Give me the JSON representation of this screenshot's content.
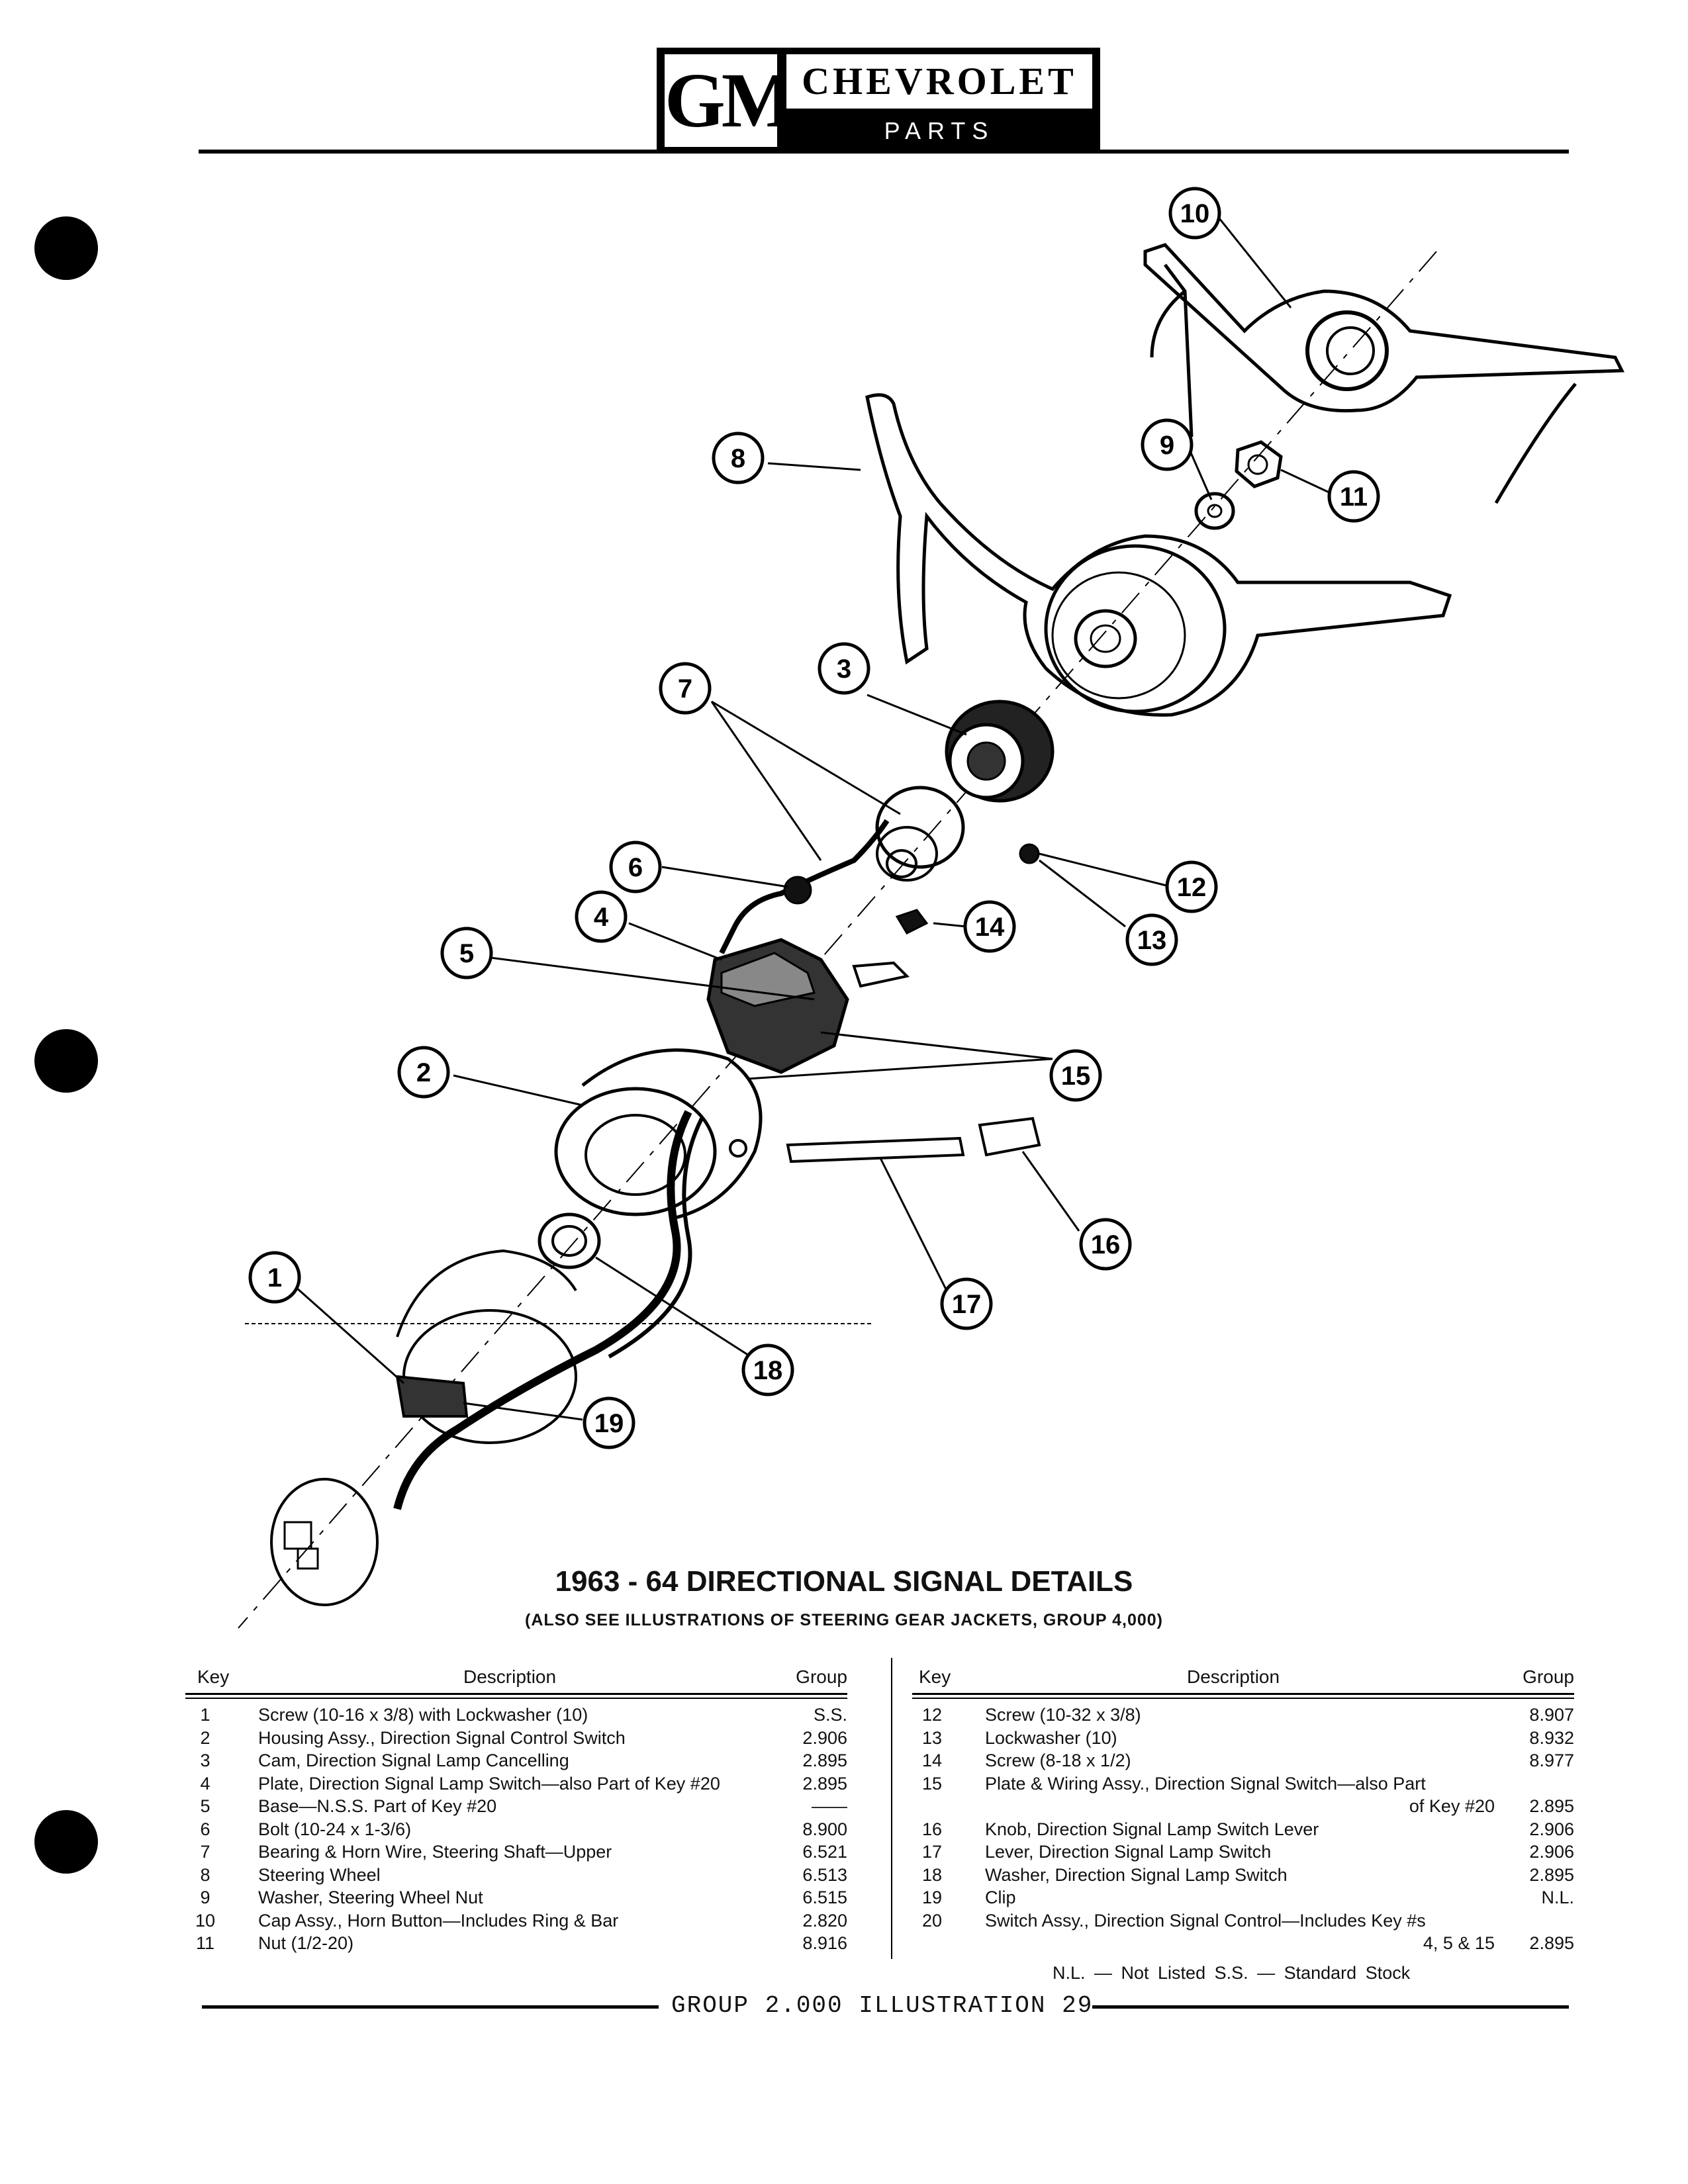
{
  "header": {
    "logo_text": "GM",
    "brand": "CHEVROLET",
    "subtitle": "PARTS CATALOGUE"
  },
  "diagram": {
    "callouts": [
      "1",
      "2",
      "3",
      "4",
      "5",
      "6",
      "7",
      "8",
      "9",
      "10",
      "11",
      "12",
      "13",
      "14",
      "15",
      "16",
      "17",
      "18",
      "19"
    ]
  },
  "title": "1963 - 64 DIRECTIONAL SIGNAL DETAILS",
  "subtitle": "(ALSO SEE ILLUSTRATIONS OF STEERING GEAR JACKETS, GROUP 4,000)",
  "table_headers": {
    "key": "Key",
    "description": "Description",
    "group": "Group"
  },
  "parts_left": [
    {
      "key": "1",
      "desc": "Screw (10-16 x 3/8) with Lockwasher (10)",
      "group": "S.S."
    },
    {
      "key": "2",
      "desc": "Housing Assy., Direction Signal Control Switch",
      "group": "2.906"
    },
    {
      "key": "3",
      "desc": "Cam, Direction Signal Lamp Cancelling",
      "group": "2.895"
    },
    {
      "key": "4",
      "desc": "Plate, Direction Signal Lamp Switch—also Part of Key #20",
      "group": "2.895"
    },
    {
      "key": "5",
      "desc": "Base—N.S.S. Part of Key #20",
      "group": "——"
    },
    {
      "key": "6",
      "desc": "Bolt (10-24 x 1-3/6)",
      "group": "8.900"
    },
    {
      "key": "7",
      "desc": "Bearing & Horn Wire, Steering Shaft—Upper",
      "group": "6.521"
    },
    {
      "key": "8",
      "desc": "Steering Wheel",
      "group": "6.513"
    },
    {
      "key": "9",
      "desc": "Washer, Steering Wheel Nut",
      "group": "6.515"
    },
    {
      "key": "10",
      "desc": "Cap Assy., Horn Button—Includes Ring & Bar",
      "group": "2.820"
    },
    {
      "key": "11",
      "desc": "Nut (1/2-20)",
      "group": "8.916"
    }
  ],
  "parts_right": [
    {
      "key": "12",
      "desc": "Screw (10-32 x 3/8)",
      "group": "8.907"
    },
    {
      "key": "13",
      "desc": "Lockwasher (10)",
      "group": "8.932"
    },
    {
      "key": "14",
      "desc": "Screw (8-18 x 1/2)",
      "group": "8.977"
    },
    {
      "key": "15",
      "desc": "Plate & Wiring Assy., Direction Signal Switch—also Part",
      "cont": "of Key #20",
      "group": "2.895"
    },
    {
      "key": "16",
      "desc": "Knob, Direction Signal Lamp Switch Lever",
      "group": "2.906"
    },
    {
      "key": "17",
      "desc": "Lever, Direction Signal Lamp Switch",
      "group": "2.906"
    },
    {
      "key": "18",
      "desc": "Washer, Direction Signal Lamp Switch",
      "group": "2.895"
    },
    {
      "key": "19",
      "desc": "Clip",
      "group": "N.L."
    },
    {
      "key": "20",
      "desc": "Switch Assy., Direction Signal Control—Includes Key #s",
      "cont": "4, 5 & 15",
      "group": "2.895"
    }
  ],
  "legend": "N.L. — Not Listed   S.S. — Standard Stock",
  "footer": "GROUP 2.000 ILLUSTRATION 29"
}
